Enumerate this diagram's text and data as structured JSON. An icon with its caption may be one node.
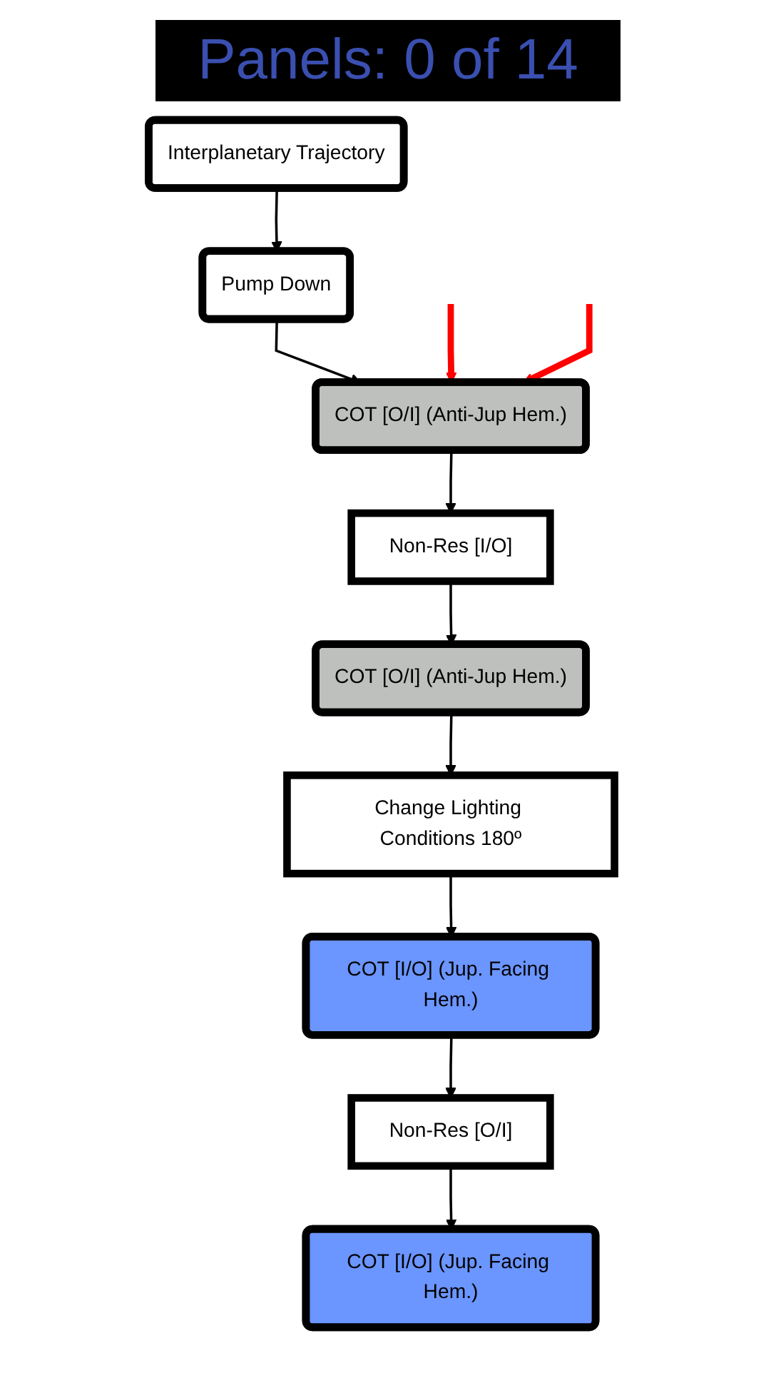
{
  "diagram": {
    "title": "Panels: 0 of 14",
    "nodes": [
      {
        "text": [
          "Interplanetary Trajectory"
        ]
      },
      {
        "text": [
          "Pump Down"
        ]
      },
      {
        "text": [
          "COT [O/I] (Anti-Jup Hem.)"
        ]
      },
      {
        "text": [
          "Non-Res [I/O]"
        ]
      },
      {
        "text": [
          "COT [O/I] (Anti-Jup Hem.)"
        ]
      },
      {
        "text": [
          "Change Lighting Conditions 180º"
        ]
      },
      {
        "text": [
          "COT [I/O] (Jup. Facing Hem.)"
        ]
      },
      {
        "text": [
          "Non-Res [O/I]"
        ]
      },
      {
        "text": [
          "COT [I/O] (Jup. Facing Hem.)"
        ]
      }
    ],
    "edges": [
      {
        "from": 0,
        "to": 1,
        "arrow": "to"
      },
      {
        "from": 1,
        "to": 2,
        "arrow": "to"
      },
      {
        "from": null,
        "to": 2,
        "arrow": "to",
        "style": "thick",
        "color": "#ff0000"
      },
      {
        "from": null,
        "to": 2,
        "arrow": "to",
        "style": "thick",
        "color": "#ff0000"
      },
      {
        "from": 2,
        "to": 3,
        "arrow": "to"
      },
      {
        "from": 3,
        "to": 4,
        "arrow": "to"
      },
      {
        "from": 4,
        "to": 5,
        "arrow": "to"
      },
      {
        "from": 5,
        "to": 6,
        "arrow": "to"
      },
      {
        "from": 6,
        "to": 7,
        "arrow": "to"
      },
      {
        "from": 7,
        "to": 8,
        "arrow": "to"
      }
    ]
  }
}
